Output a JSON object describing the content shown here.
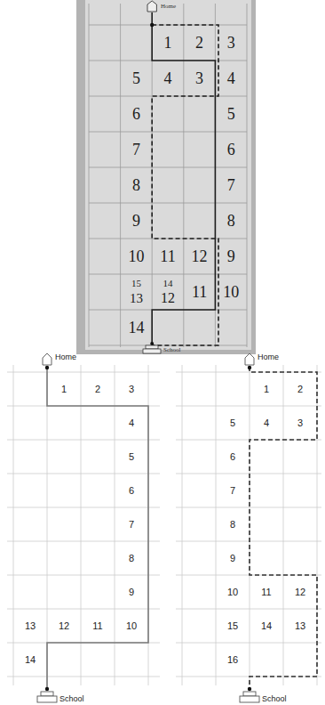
{
  "diagram": {
    "labels": [
      "Home",
      "1",
      "2",
      "3",
      "5",
      "4",
      "3",
      "4",
      "6",
      "5",
      "7",
      "6",
      "8",
      "7",
      "9",
      "8",
      "10",
      "11",
      "12",
      "9",
      "15",
      "13",
      "14",
      "12",
      "11",
      "10",
      "14",
      "School",
      "Home",
      "1",
      "2",
      "3",
      "4",
      "5",
      "6",
      "7",
      "8",
      "9",
      "10",
      "11",
      "12",
      "13",
      "14",
      "School",
      "Home",
      "1",
      "2",
      "5",
      "4",
      "3",
      "6",
      "7",
      "8",
      "9",
      "10",
      "11",
      "12",
      "15",
      "14",
      "13",
      "16",
      "School"
    ]
  }
}
